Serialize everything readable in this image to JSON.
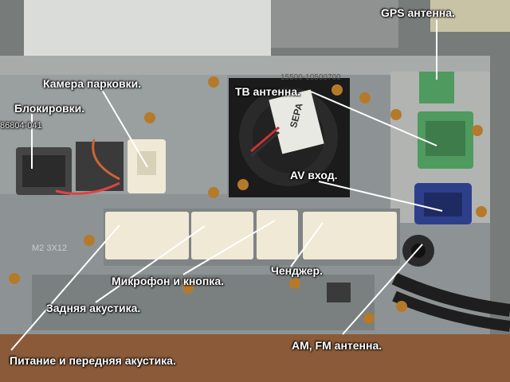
{
  "labels": {
    "gps": "GPS антенна.",
    "camera": "Камера парковки.",
    "tv": "ТВ антенна.",
    "lock": "Блокировки.",
    "av": "AV вход.",
    "mic": "Микрофон и кнопка.",
    "changer": "Ченджер.",
    "rear": "Задняя акустика.",
    "amfm": "AM, FM антенна.",
    "power": "Питание и передняя акустика."
  },
  "printed": {
    "part_number_left": "86804-041",
    "part_number_top": "15500-10500700",
    "fan_brand": "SEPA",
    "plate_code": "M2 3X12"
  },
  "colors": {
    "chassis": "#8d9394",
    "fan": "#1b1b1b",
    "connector_white": "#efe9d6",
    "connector_green": "#4f9a5e",
    "connector_blue": "#2d3f8a",
    "label_text": "#ffffff",
    "pointer_line": "#ffffff"
  }
}
